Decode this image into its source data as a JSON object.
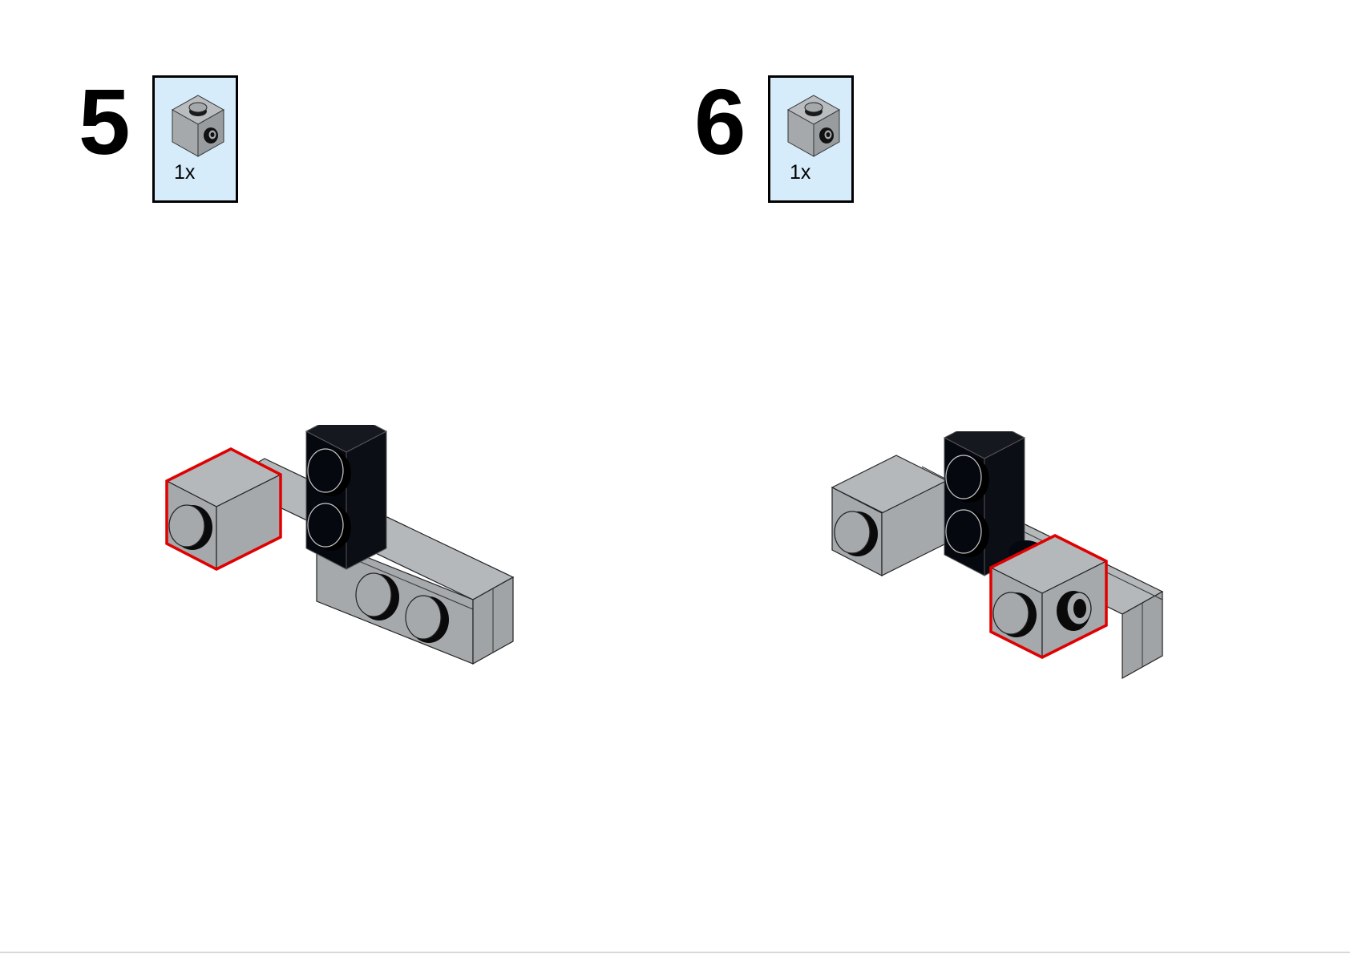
{
  "steps": [
    {
      "number": "5",
      "parts": [
        {
          "qty": "1x",
          "part_icon": "brick-1x1-with-side-stud-icon",
          "color": "#a5a9ac"
        }
      ]
    },
    {
      "number": "6",
      "parts": [
        {
          "qty": "1x",
          "part_icon": "brick-1x1-with-side-stud-icon",
          "color": "#a5a9ac"
        }
      ]
    }
  ],
  "colors": {
    "light_gray": "#a5a9ac",
    "black": "#05080f",
    "highlight": "#e00000",
    "parts_box_bg": "#d6ecfb"
  }
}
